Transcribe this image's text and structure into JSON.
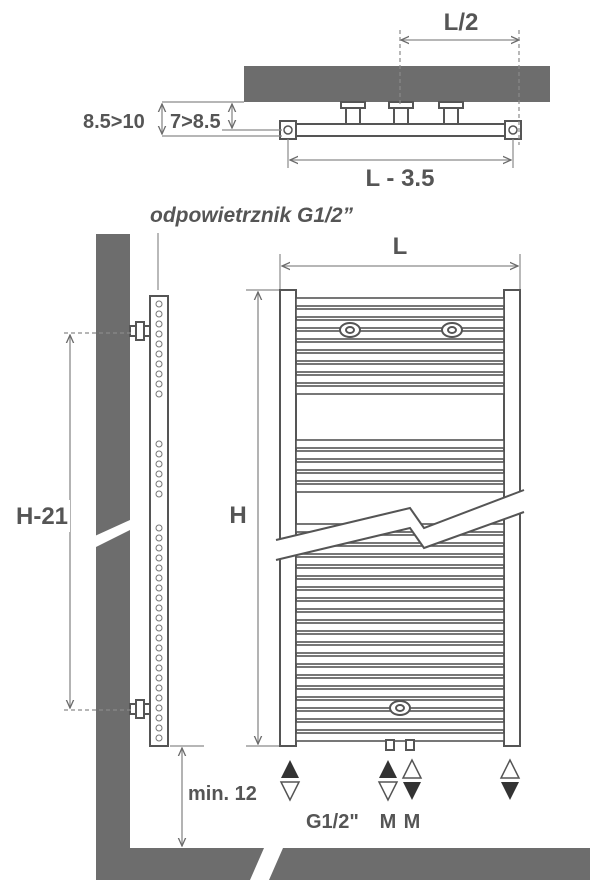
{
  "top_view": {
    "half_width_label": "L/2",
    "bracket_depth_outer_label": "8.5>10",
    "bracket_depth_inner_label": "7>8.5",
    "pipe_spacing_label": "L - 3.5"
  },
  "side_view": {
    "vent_label": "odpowietrznik G1/2”",
    "mount_height_label": "H-21",
    "floor_gap_label": "min. 12"
  },
  "front_view": {
    "width_label": "L",
    "height_label": "H"
  },
  "connections": {
    "thread_label": "G1/2\"",
    "m_label_1": "M",
    "m_label_2": "M"
  },
  "colors": {
    "wall": "#6d6d6d",
    "line": "#555555",
    "dim_line": "#8a8a8a",
    "background": "#ffffff"
  }
}
